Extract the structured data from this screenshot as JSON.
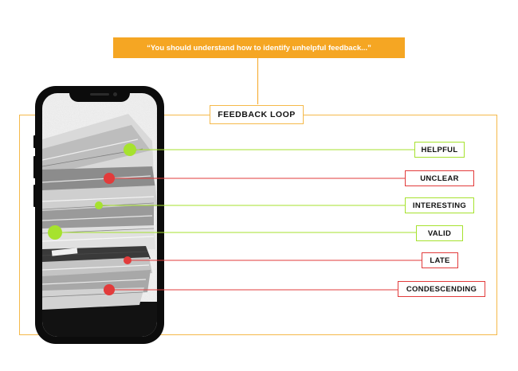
{
  "banner": {
    "quote": "“You should understand how to identify unhelpful feedback...”"
  },
  "loop": {
    "title": "FEEDBACK LOOP"
  },
  "colors": {
    "orange": "#f5a623",
    "good": "#a6e22e",
    "bad": "#e23b3b"
  },
  "items": [
    {
      "label": "HELPFUL",
      "kind": "good"
    },
    {
      "label": "UNCLEAR",
      "kind": "bad"
    },
    {
      "label": "INTERESTING",
      "kind": "good"
    },
    {
      "label": "VALID",
      "kind": "good"
    },
    {
      "label": "LATE",
      "kind": "bad"
    },
    {
      "label": "CONDESCENDING",
      "kind": "bad"
    }
  ]
}
